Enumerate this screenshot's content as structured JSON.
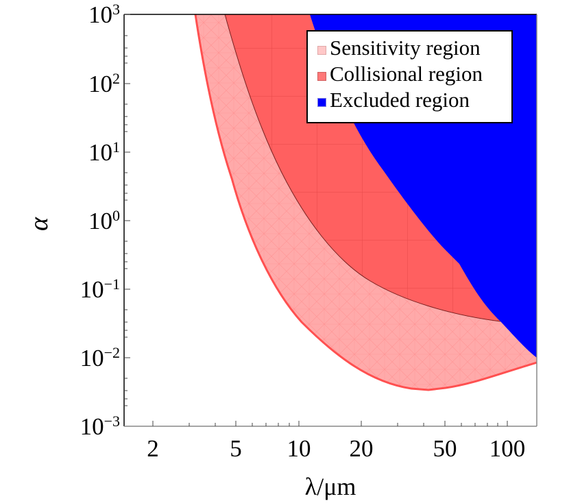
{
  "chart_data": {
    "type": "area",
    "title": "",
    "xlabel": "λ/μm",
    "ylabel": "α",
    "xscale": "log",
    "yscale": "log",
    "xlim": [
      1.46,
      141
    ],
    "ylim": [
      0.001,
      1000
    ],
    "x_ticks": [
      "2",
      "5",
      "10",
      "20",
      "50",
      "100"
    ],
    "y_ticks": [
      {
        "base": "10",
        "exp": "3"
      },
      {
        "base": "10",
        "exp": "2"
      },
      {
        "base": "10",
        "exp": "1"
      },
      {
        "base": "10",
        "exp": "0"
      },
      {
        "base": "10",
        "exp": "−1"
      },
      {
        "base": "10",
        "exp": "−2"
      },
      {
        "base": "10",
        "exp": "−3"
      }
    ],
    "grid": false,
    "legend_position": "upper right",
    "legend": [
      {
        "label": "Sensitivity region",
        "color": "#ffc8c8"
      },
      {
        "label": "Collisional region",
        "color": "#ff7878"
      },
      {
        "label": "Excluded region",
        "color": "#0000ff"
      }
    ],
    "series": [
      {
        "name": "Sensitivity region",
        "color": "#ffaaaa",
        "edge_color": "#ff5050",
        "lower_boundary": {
          "x": [
            3.1,
            3.6,
            4.2,
            5.0,
            6.0,
            8.0,
            10.0,
            15.0,
            20.0,
            30.0,
            40.0,
            50.0,
            70.0,
            100.0,
            141.0
          ],
          "y": [
            1000,
            100,
            20,
            3.0,
            0.9,
            0.2,
            0.08,
            0.025,
            0.012,
            0.0055,
            0.0035,
            0.0035,
            0.004,
            0.0048,
            0.008
          ]
        }
      },
      {
        "name": "Collisional region",
        "color": "#ff6060",
        "lower_boundary": {
          "x": [
            4.4,
            5.0,
            6.0,
            8.0,
            10.0,
            15.0,
            20.0,
            30.0,
            50.0,
            88.0
          ],
          "y": [
            1000,
            200,
            30,
            3.0,
            1.0,
            0.3,
            0.15,
            0.08,
            0.05,
            0.035
          ]
        }
      },
      {
        "name": "Excluded region",
        "color": "#0000ff",
        "lower_boundary": {
          "x": [
            11.0,
            13.0,
            17.0,
            22.0,
            30.0,
            40.0,
            58.0,
            70.0,
            88.0,
            110.0,
            141.0
          ],
          "y": [
            1000,
            200,
            40,
            10,
            2.5,
            0.8,
            0.25,
            0.1,
            0.035,
            0.017,
            0.01
          ]
        }
      }
    ]
  }
}
